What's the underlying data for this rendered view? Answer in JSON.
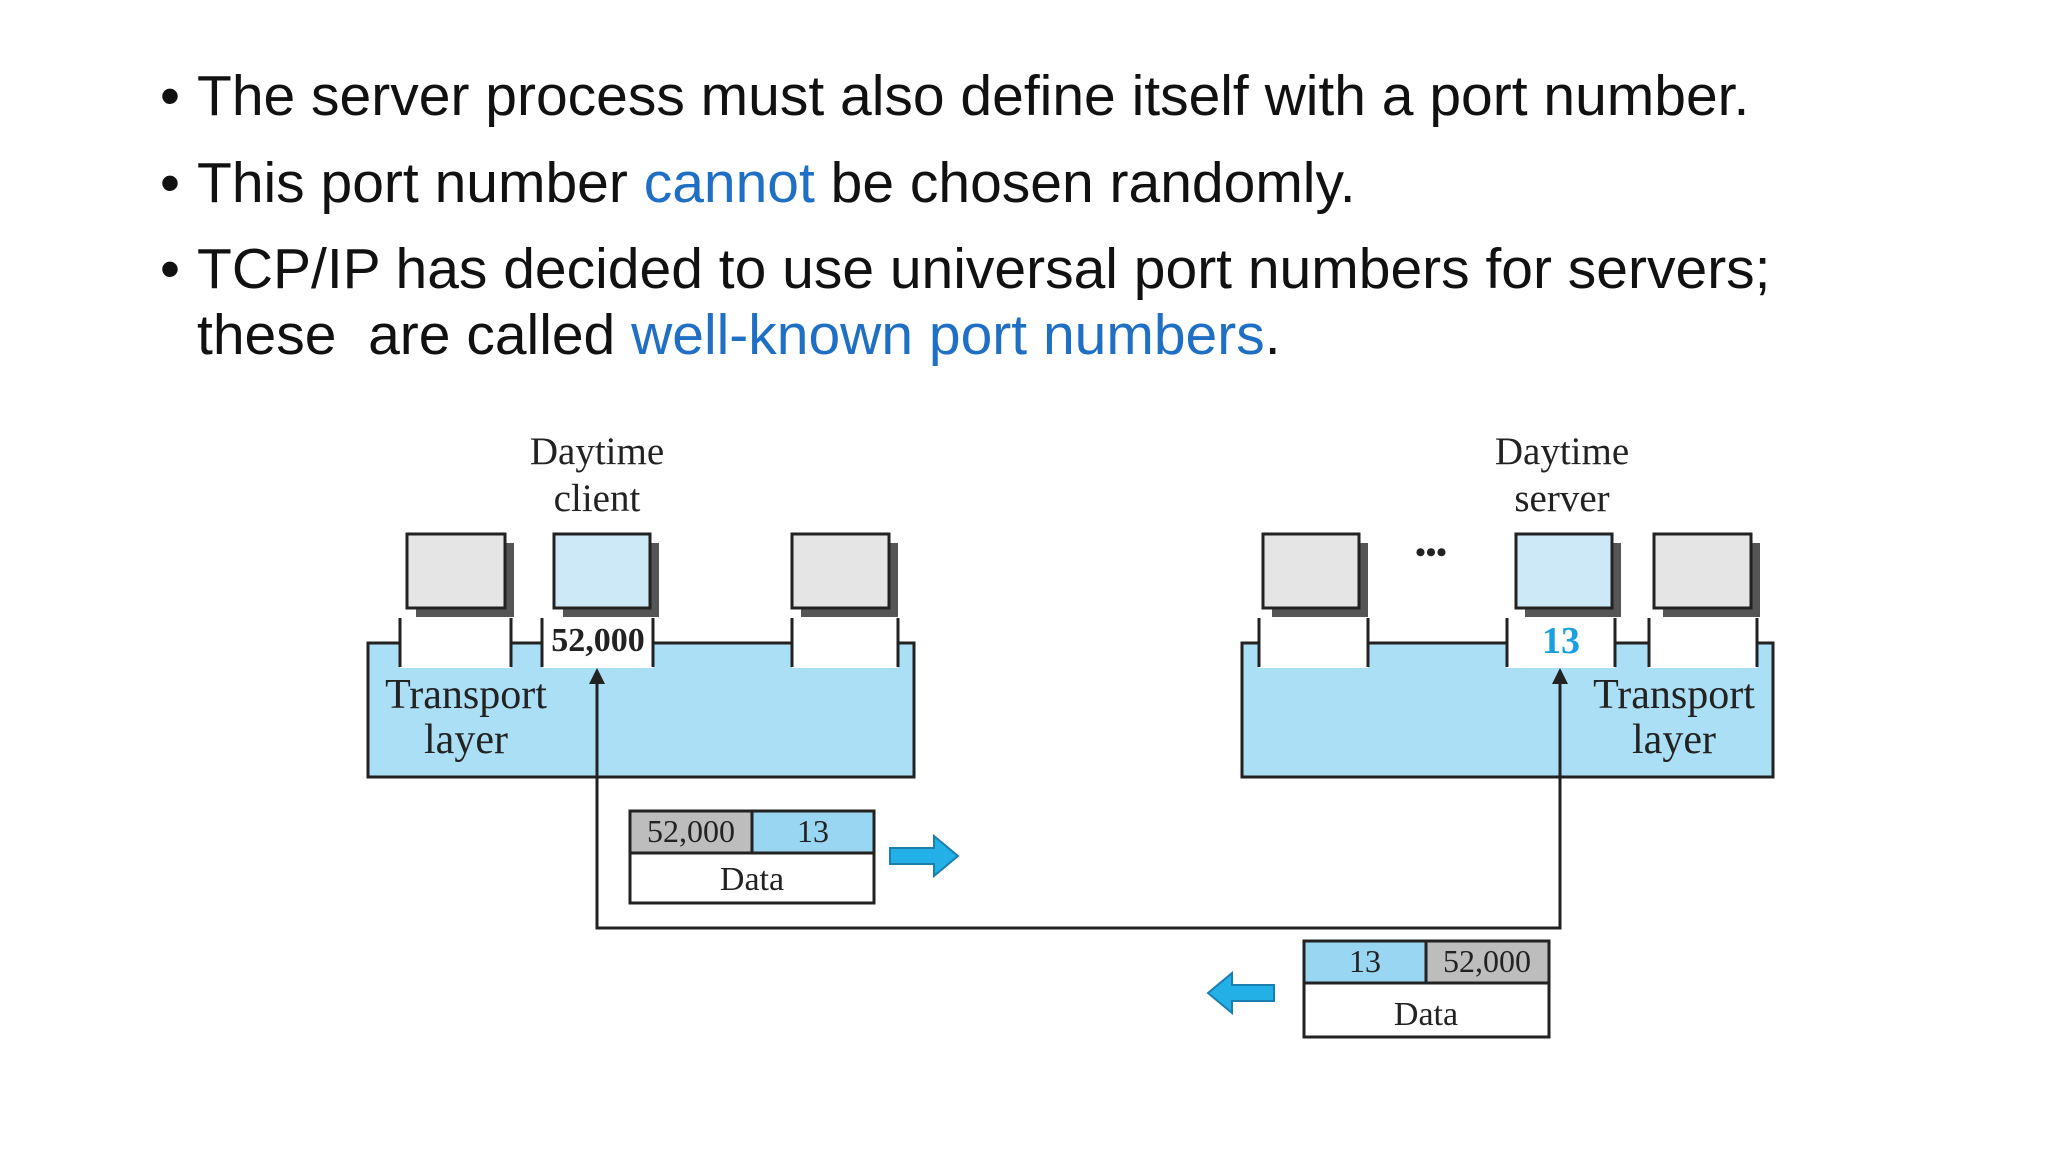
{
  "bullets": [
    {
      "parts": [
        "The server process must also define itself with a port number."
      ]
    },
    {
      "parts": [
        "This port number ",
        "cannot",
        " be chosen randomly."
      ]
    },
    {
      "parts": [
        "TCP/IP has decided to use universal port numbers for servers;"
      ],
      "continuation": [
        "these  are called ",
        "well-known port numbers",
        "."
      ]
    }
  ],
  "bullet_glyph": "•",
  "diagram": {
    "client_label": [
      "Daytime",
      "client"
    ],
    "server_label": [
      "Daytime",
      "server"
    ],
    "transport_label": [
      "Transport",
      "layer"
    ],
    "client_port": "52,000",
    "server_port": "13",
    "ellipsis": "•••",
    "packet_to_server": {
      "source_port": "52,000",
      "dest_port": "13",
      "data": "Data"
    },
    "packet_to_client": {
      "source_port": "13",
      "dest_port": "52,000",
      "data": "Data"
    }
  },
  "colors": {
    "highlight_text": "#1f6fc5",
    "transport_fill": "#abdff5",
    "active_process": "#cde9f8",
    "idle_process": "#e5e5e5",
    "arrow": "#22b0e6",
    "server_port_text": "#1aa0e0"
  }
}
